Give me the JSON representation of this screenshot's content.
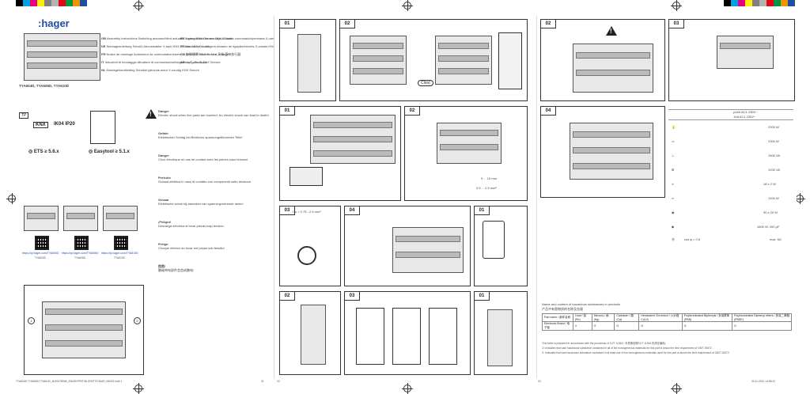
{
  "brand": ":hager",
  "product_models": "TYA604D, TYA606D, TYA610D",
  "languages": [
    {
      "code": "GB",
      "text": "Assembly instructions Switching actuator/blind actuator X-gang KNX Secure, 16 A, C-load"
    },
    {
      "code": "DE",
      "text": "Montageanleitung Schalt-/Jalousieaktor X-fach KNX Secure, 16A, C-Last"
    },
    {
      "code": "FR",
      "text": "Notice de montage Actionneur de commutation/stores X-fois KNX Secure, 16 A, charge C"
    },
    {
      "code": "IT",
      "text": "Istruzioni di montaggio Attuatore di commutazione/tapparelle X-canali KNX Secure"
    },
    {
      "code": "NL",
      "text": "Montagehandleiding Schakel-/jaloezie-actor X-voudig KNX Secure"
    },
    {
      "code": "ES",
      "text": "Instrucciones de montaje Actuador conmutador/persiana X-canales KNX Secure, 16A"
    },
    {
      "code": "PT",
      "text": "Manual de montagem Atuador de ligação/estores X-canais KNX Secure"
    },
    {
      "code": "CN",
      "text": "安装说明 KNX Secure 开关/百叶执行器"
    },
    {
      "code": "AR",
      "text": "تعليمات التركيب"
    }
  ],
  "badges": {
    "tp": "TP",
    "knx": "KNX",
    "ip": "IK04 IP20",
    "ets": "ETS ≥ 5.6.x",
    "easytool": "Easytool ≥ 5.1.x"
  },
  "qr_links": [
    {
      "url": "https://qr.hager.com/TYA604D",
      "label": "TYA604D"
    },
    {
      "url": "https://qr.hager.com/TYA606D",
      "label": "TYA606D"
    },
    {
      "url": "https://qr.hager.com/TYA610D",
      "label": "TYA610D"
    }
  ],
  "warnings": [
    {
      "lang": "GB",
      "title": "Danger",
      "text": "Electric shock when live parts are touched. An electric shock can lead to death!"
    },
    {
      "lang": "DE",
      "title": "Gefahr",
      "text": "Elektrischer Schlag bei Berühren spannungsführender Teile!"
    },
    {
      "lang": "FR",
      "title": "Danger",
      "text": "Choc électrique en cas de contact avec les pièces sous tension!"
    },
    {
      "lang": "IT",
      "title": "Pericolo",
      "text": "Scossa elettrica in caso di contatto con componenti sotto tensione."
    },
    {
      "lang": "NL",
      "title": "Gevaar",
      "text": "Elektrische schok bij aanraken van spanningvoerende delen!"
    },
    {
      "lang": "ES",
      "title": "¡Peligro!",
      "text": "Descarga eléctrica al tocar piezas bajo tensión."
    },
    {
      "lang": "PT",
      "title": "Perigo",
      "text": "Choque elétrico ao tocar em peças sob tensão!"
    },
    {
      "lang": "CN",
      "title": "危险!",
      "text": "触碰带电部件会造成触电!"
    }
  ],
  "steps": {
    "s01a": "01",
    "s02a": "02",
    "s01b": "01",
    "s02b": "02",
    "s03": "03",
    "s04": "04",
    "s01c": "01",
    "s02c": "02",
    "s03c": "03",
    "s01d": "01",
    "r02": "02",
    "r03": "03",
    "r04": "04"
  },
  "click_label": "Click!",
  "wire_spec": "Cu = 0.75 - 2.5 mm²",
  "strip_len": "9 ... 10 mm",
  "wire_range": "0.5 ... 2.5 mm²",
  "load_table": {
    "header": [
      "",
      "μ16A AC1 230V~",
      "10A AC1 230V~"
    ],
    "rows": [
      {
        "icon": "lamp",
        "value": "2300 W"
      },
      {
        "icon": "halogen",
        "value": "2300 W"
      },
      {
        "icon": "electronic-transformer",
        "value": "1500 VA"
      },
      {
        "icon": "ferromagnetic",
        "value": "1200 VA"
      },
      {
        "icon": "fluorescent",
        "value": "18 x 2 W"
      },
      {
        "icon": "compensated",
        "value": "1200 W"
      },
      {
        "icon": "cfl",
        "value": "30 x 20 W"
      },
      {
        "icon": "led",
        "value": "1600 W, 200 μF"
      },
      {
        "icon": "motor",
        "value": "cos φ = 0.6"
      }
    ],
    "max_label": "max. 5A"
  },
  "hazard": {
    "title": "Name and content of hazardous substances in products",
    "subtitle": "产品中有害物质的名称及含量",
    "columns": [
      "Part name / 部件名称",
      "Lead / 铅 (Pb)",
      "Mercury / 汞 (Hg)",
      "Cadmium / 镉 (Cd)",
      "Hexavalent Chromium / 六价铬 Cr(VI)",
      "Polybrominated Biphenyls / 多溴联苯 (PBB)",
      "Polybrominated Diphenyl ethers / 多溴二苯醚 (PBDE)"
    ],
    "row": [
      "Electronic Board / 电子板",
      "X",
      "O",
      "O",
      "O",
      "O",
      "O"
    ],
    "notes": [
      "This table is prepared in accordance with the provisions of SJ/T 11364 / 本表格依据SJ/T 11364 的规定编制。",
      "O: Indicates that said hazardous substance contained in all of the homogeneous materials for this part is below the limit requirement of GB/T 26572.",
      "X: Indicates that said hazardous substance contained in at least one of the homogeneous materials used for this part is above the limit requirement of GB/T 26572."
    ]
  },
  "footer": {
    "left": "TYA604D TYA606D TYA610D_6LE007895A_EN/DE/FR/IT/NL/ES/PT/CN/AR_IMG02.indd 1",
    "date": "30.11.2021 14:55:41",
    "page_left": "01",
    "page_mid": "02",
    "page_right": "03"
  },
  "colors": {
    "brand": "#1e4ea1",
    "swatches": [
      "#000000",
      "#00a0e3",
      "#e5007d",
      "#ffed00",
      "#808080",
      "#b3b3b3",
      "#1e4ea1",
      "#e30613",
      "#00963f",
      "#f39200"
    ]
  }
}
